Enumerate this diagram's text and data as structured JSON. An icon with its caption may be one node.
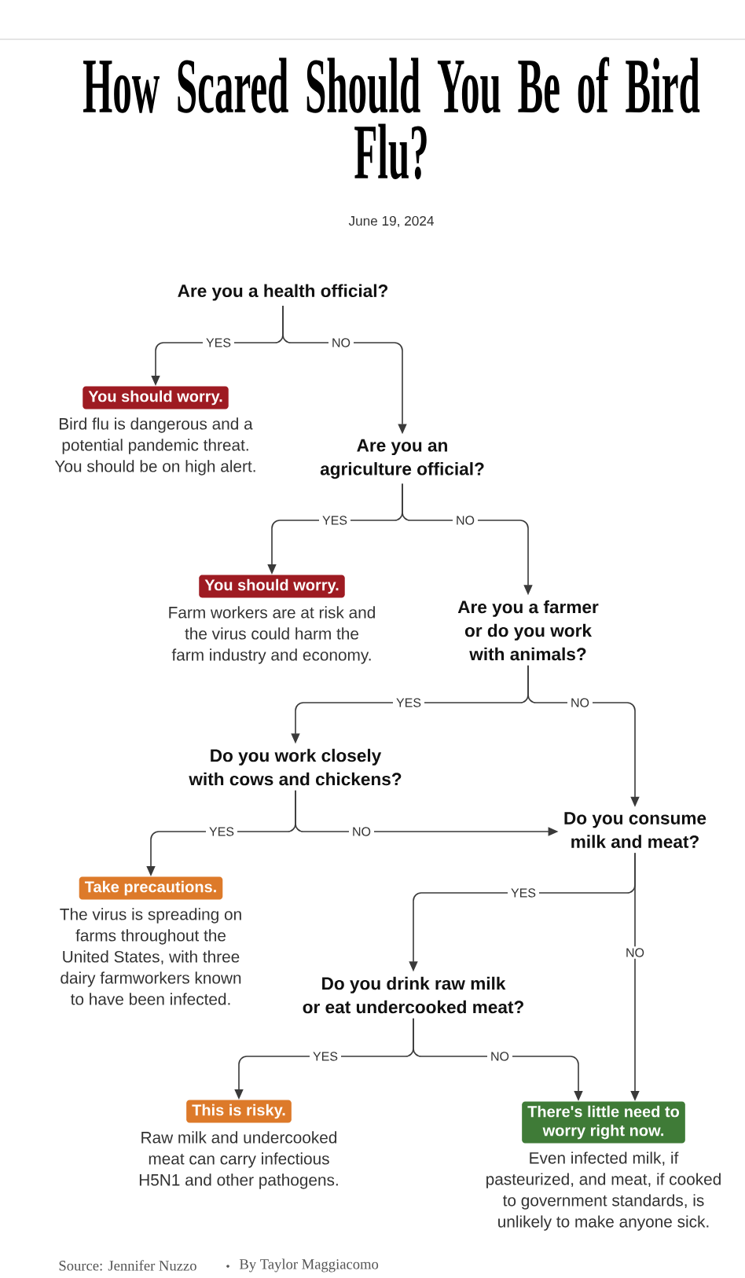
{
  "diagram": {
    "title": "How Scared Should You Be of Bird Flu?",
    "nodes": [
      {
        "text": [
          "Are you a health official?"
        ]
      },
      {
        "text": [
          "You should worry."
        ],
        "beside": [
          "Bird flu is dangerous and a potential pandemic threat. You should be on high alert."
        ]
      },
      {
        "text": [
          "Are you an agriculture official?"
        ]
      },
      {
        "text": [
          "You should worry."
        ],
        "beside": [
          "Farm workers are at risk and the virus could harm the farm industry and economy."
        ]
      },
      {
        "text": [
          "Are you a farmer or do you work with animals?"
        ]
      },
      {
        "text": [
          "Do you work closely with cows and chickens?"
        ]
      },
      {
        "text": [
          "Do you consume milk and meat?"
        ]
      },
      {
        "text": [
          "Take precautions."
        ],
        "beside": [
          "The virus is spreading on farms throughout the United States, with three dairy farmworkers known to have been infected."
        ]
      },
      {
        "text": [
          "Do you drink raw milk or eat undercooked meat?"
        ]
      },
      {
        "text": [
          "This is risky."
        ],
        "beside": [
          "Raw milk and undercooked meat can carry infectious H5N1 and other pathogens."
        ]
      },
      {
        "text": [
          "There's little need to worry right now."
        ],
        "beside": [
          "Even infected milk, if pasteurized, and meat, if cooked to government standards, is unlikely to make anyone sick."
        ]
      }
    ],
    "edges": [
      {
        "from": 0,
        "to": 1,
        "arrow": "to",
        "label": "YES"
      },
      {
        "from": 0,
        "to": 2,
        "arrow": "to",
        "label": "NO"
      },
      {
        "from": 2,
        "to": 3,
        "arrow": "to",
        "label": "YES"
      },
      {
        "from": 2,
        "to": 4,
        "arrow": "to",
        "label": "NO"
      },
      {
        "from": 4,
        "to": 5,
        "arrow": "to",
        "label": "YES"
      },
      {
        "from": 4,
        "to": 6,
        "arrow": "to",
        "label": "NO"
      },
      {
        "from": 5,
        "to": 7,
        "arrow": "to",
        "label": "YES"
      },
      {
        "from": 5,
        "to": 6,
        "arrow": "to",
        "label": "NO"
      },
      {
        "from": 6,
        "to": 8,
        "arrow": "to",
        "label": "YES"
      },
      {
        "from": 6,
        "to": 10,
        "arrow": "to",
        "label": "NO"
      },
      {
        "from": 8,
        "to": 9,
        "arrow": "to",
        "label": "YES"
      },
      {
        "from": 8,
        "to": 10,
        "arrow": "to",
        "label": "NO"
      }
    ],
    "labels": [
      "June 19, 2024",
      "Source: Jennifer Nuzzo",
      "By Taylor Maggiacomo"
    ]
  }
}
